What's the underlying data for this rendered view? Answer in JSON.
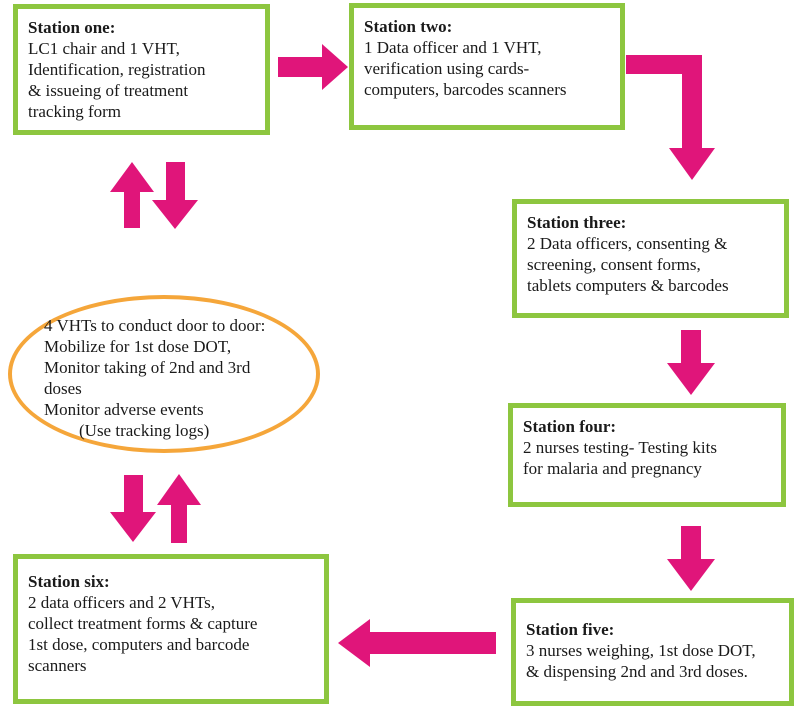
{
  "colors": {
    "box_border": "#8dc63f",
    "ellipse_border": "#f5a63a",
    "arrow": "#e0157a"
  },
  "stations": {
    "one": {
      "title": "Station one:",
      "lines": [
        "LC1 chair and 1 VHT,",
        "Identification, registration",
        "& issueing of treatment",
        "tracking form"
      ]
    },
    "two": {
      "title": "Station two:",
      "lines": [
        "1 Data officer and 1 VHT,",
        "verification using cards-",
        "computers, barcodes scanners"
      ]
    },
    "three": {
      "title": "Station three:",
      "lines": [
        "2 Data officers, consenting &",
        "screening, consent forms,",
        "tablets computers & barcodes"
      ]
    },
    "four": {
      "title": "Station four:",
      "lines": [
        "2 nurses testing-  Testing kits",
        "for malaria and pregnancy"
      ]
    },
    "five": {
      "title": "Station five:",
      "lines": [
        "3 nurses weighing, 1st dose DOT,",
        "& dispensing 2nd and 3rd doses."
      ]
    },
    "six": {
      "title": "Station six:",
      "lines": [
        "2 data officers and 2 VHTs,",
        "collect treatment forms & capture",
        "1st dose, computers and barcode",
        "scanners"
      ]
    }
  },
  "vhts": {
    "lines": [
      "4 VHTs to conduct door to door:",
      "Mobilize for 1st dose DOT,",
      "Monitor taking of 2nd and 3rd",
      "doses",
      "Monitor adverse events",
      "(Use tracking logs)"
    ]
  }
}
